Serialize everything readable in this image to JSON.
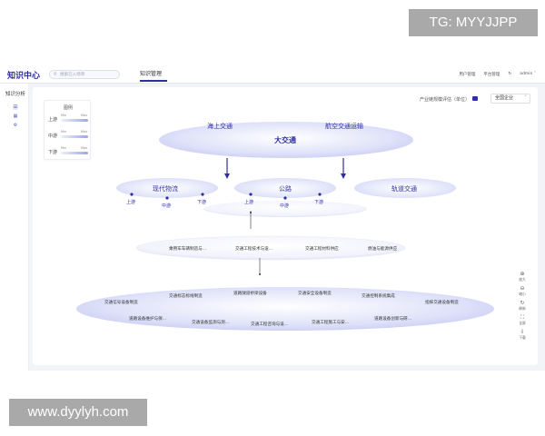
{
  "watermark_top": "TG: MYYJJPP",
  "watermark_bottom": "www.dyylyh.com",
  "header": {
    "logo": "知识中心",
    "search_placeholder": "搜索已入场项",
    "nav_tab": "知识管理",
    "right_items": [
      "用户管理",
      "平台管理",
      "admin"
    ],
    "refresh_icon": "refresh-icon",
    "user_icon": "chevron-down-icon"
  },
  "sidebar": {
    "title": "知识分析",
    "icons": [
      "list-icon",
      "grid-icon",
      "settings-icon"
    ]
  },
  "legend": {
    "title": "图例",
    "rows": [
      {
        "label": "上游",
        "min": "Min",
        "max": "Max",
        "color": "#cfd3f6"
      },
      {
        "label": "中游",
        "min": "Min",
        "max": "Max",
        "color": "#c9cdf3"
      },
      {
        "label": "下游",
        "min": "Min",
        "max": "Max",
        "color": "#cfd3f6"
      }
    ]
  },
  "filters": {
    "label": "产业链规模评估（单位）",
    "select_value": "全国企业"
  },
  "graph": {
    "root": "大交通",
    "root_children_labels": [
      "海上交通",
      "航空交通运输"
    ],
    "level2": [
      {
        "label": "现代物流",
        "stages": [
          "上游",
          "中游",
          "下游"
        ]
      },
      {
        "label": "公路",
        "stages": [
          "上游",
          "中游",
          "下游"
        ]
      },
      {
        "label": "轨道交通",
        "stages": []
      }
    ],
    "level3": [
      "乘用车车辆制造与...",
      "交通工程技术与设...",
      "交通工程材料供应",
      "燃油与能源供应"
    ],
    "level4_row1": [
      "交通信号设备制造",
      "交通标志标线制造",
      "道路隧道桥梁设备",
      "交通安全设备制造",
      "交通控制系统集成",
      "指挥交通设备制造"
    ],
    "level4_row2": [
      "道路设备维护与保...",
      "交通设备监测与测...",
      "交通工程咨询与设...",
      "交通工程施工与安...",
      "道路设备创新与研..."
    ]
  },
  "tools": [
    {
      "icon": "zoom-in-icon",
      "label": "放大"
    },
    {
      "icon": "zoom-out-icon",
      "label": "缩小"
    },
    {
      "icon": "refresh-icon",
      "label": "刷新"
    },
    {
      "icon": "fullscreen-icon",
      "label": "全屏"
    },
    {
      "icon": "download-icon",
      "label": "下载"
    }
  ]
}
